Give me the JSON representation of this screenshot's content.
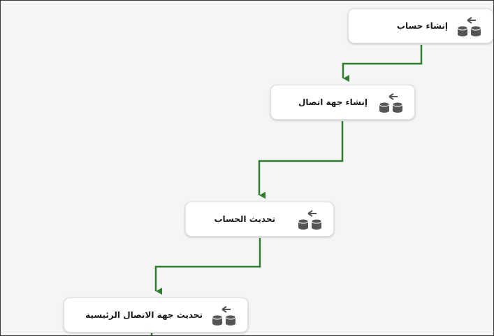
{
  "tasks": [
    {
      "label": "إنشاء حساب",
      "icon": "data-flow-task-icon"
    },
    {
      "label": "إنشاء جهة اتصال",
      "icon": "data-flow-task-icon"
    },
    {
      "label": "تحديث الحساب",
      "icon": "data-flow-task-icon"
    },
    {
      "label": "تحديث جهة الاتصال الرئيسية",
      "icon": "data-flow-task-icon"
    }
  ],
  "colors": {
    "connector": "#2e7d2e",
    "icon": "#555555",
    "canvas_background": "#f5f5f5",
    "task_background": "#ffffff"
  }
}
